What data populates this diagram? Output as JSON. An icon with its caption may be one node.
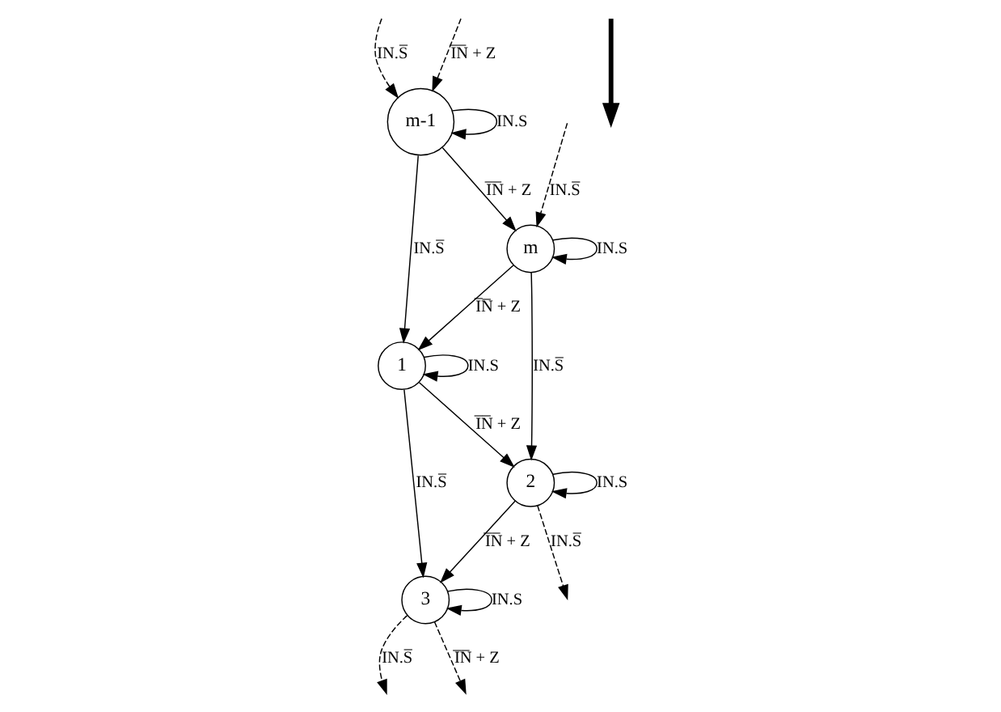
{
  "diagram": {
    "nodes": [
      {
        "text": [
          "1"
        ]
      },
      {
        "text": [
          "m"
        ]
      },
      {
        "text": [
          "2"
        ]
      },
      {
        "text": [
          "m-1"
        ]
      },
      {
        "text": [
          "3"
        ]
      }
    ],
    "edges": [
      {
        "from": 0,
        "to": 0,
        "arrow": "to",
        "label": "IN.S"
      },
      {
        "from": 1,
        "to": 1,
        "arrow": "to",
        "label": "IN.S"
      },
      {
        "from": 2,
        "to": 2,
        "arrow": "to",
        "label": "IN.S"
      },
      {
        "from": 3,
        "to": 3,
        "arrow": "to",
        "label": "IN.S"
      },
      {
        "from": 4,
        "to": 4,
        "arrow": "to",
        "label": "IN.S"
      },
      {
        "from": 1,
        "to": 0,
        "arrow": "to",
        "label": "I̅N̅ + Z"
      },
      {
        "from": 0,
        "to": 2,
        "arrow": "to",
        "label": "I̅N̅ + Z"
      },
      {
        "from": 2,
        "to": 4,
        "arrow": "to",
        "label": "I̅N̅ + Z"
      },
      {
        "from": 3,
        "to": 1,
        "arrow": "to",
        "label": "I̅N̅ + Z"
      },
      {
        "from": 3,
        "to": 0,
        "arrow": "to",
        "label": "IN.S̅"
      },
      {
        "from": 1,
        "to": 2,
        "arrow": "to",
        "label": "IN.S̅"
      },
      {
        "from": 0,
        "to": 4,
        "arrow": "to",
        "label": "IN.S̅"
      },
      {
        "from": 2,
        "to": null,
        "arrow": "to",
        "label": "IN.S̅",
        "style": "dashed"
      },
      {
        "from": 4,
        "to": null,
        "arrow": "to",
        "label": "IN.S̅",
        "style": "dashed"
      },
      {
        "from": 4,
        "to": null,
        "arrow": "to",
        "label": "I̅N̅ + Z",
        "style": "dashed"
      },
      {
        "from": null,
        "to": 1,
        "arrow": "to",
        "label": "IN.S̅",
        "style": "dashed"
      },
      {
        "from": null,
        "to": 3,
        "arrow": "to",
        "label": "IN.S̅",
        "style": "dashed"
      },
      {
        "from": null,
        "to": 3,
        "arrow": "to",
        "label": "I̅N̅ + Z",
        "style": "dashed"
      }
    ]
  }
}
